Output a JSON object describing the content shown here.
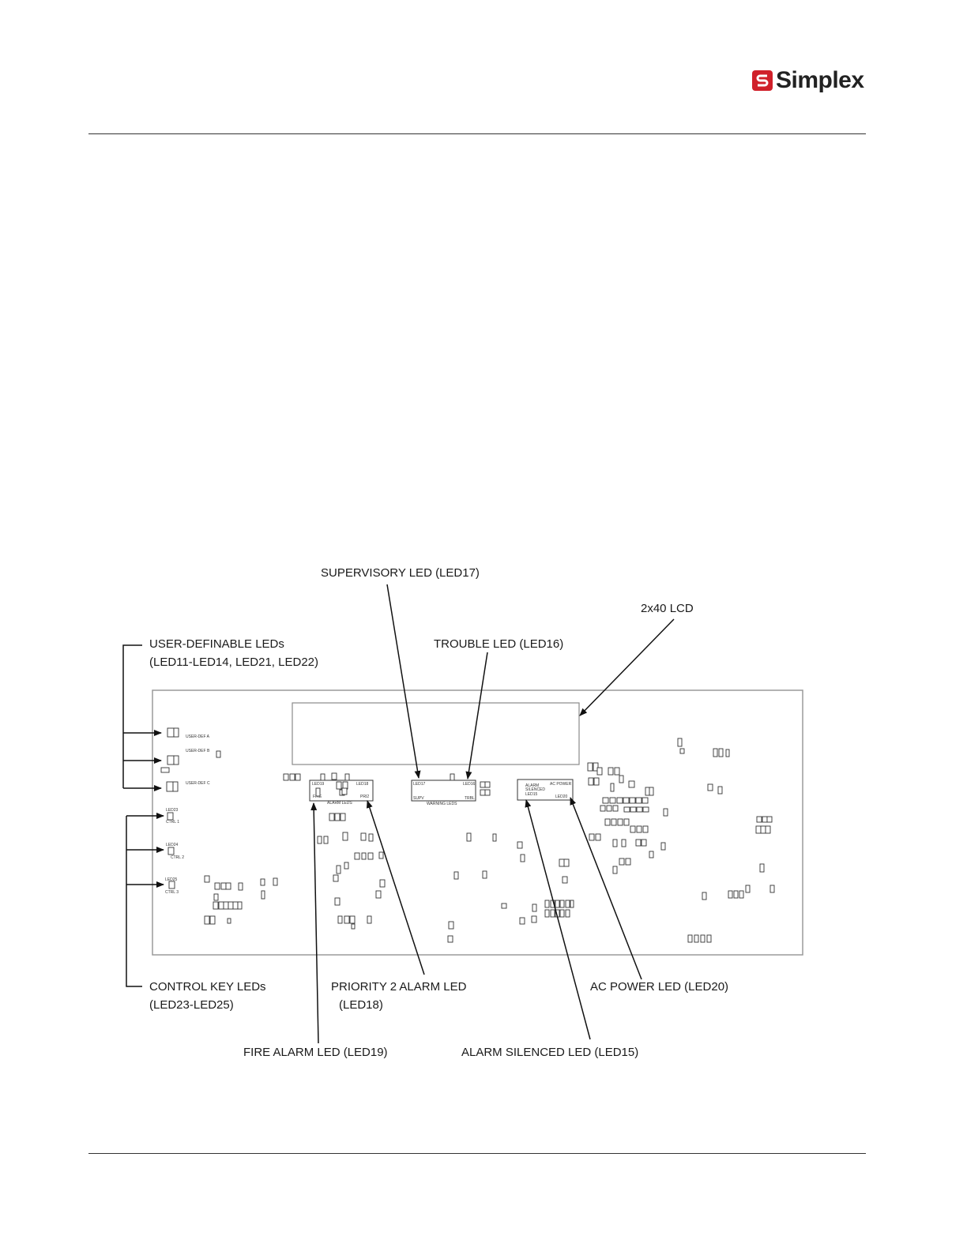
{
  "brand": {
    "name": "Simplex",
    "accent": "#d0202a"
  },
  "diagram": {
    "callouts": {
      "supervisory": "SUPERVISORY LED (LED17)",
      "lcd": "2x40 LCD",
      "user_def_1": "USER-DEFINABLE LEDs",
      "user_def_2": "(LED11-LED14, LED21, LED22)",
      "trouble": "TROUBLE LED (LED16)",
      "control_1": "CONTROL KEY LEDs",
      "control_2": "(LED23-LED25)",
      "priority_1": "PRIORITY 2 ALARM LED",
      "priority_2": "(LED18)",
      "ac_power": "AC POWER LED (LED20)",
      "fire": "FIRE ALARM LED (LED19)",
      "silenced": "ALARM SILENCED LED (LED15)"
    },
    "board_labels": {
      "user_a": "USER-DEF A",
      "user_b": "USER-DEF B",
      "user_c": "USER-DEF C",
      "ctrl1": "CTRL 1",
      "ctrl2": "CTRL 2",
      "ctrl3": "CTRL 3",
      "led23": "LED23",
      "led24": "LED24",
      "led25": "LED25",
      "alarm_leds": "ALARM LEDS",
      "warning_leds": "WARNING LEDS",
      "fire": "FIRE",
      "pri2": "PRI2",
      "led19": "LED19",
      "led18": "LED18",
      "led17": "LED17",
      "led16": "LED16",
      "supv": "SUPV",
      "trbl": "TRBL",
      "alarm_silenced_1": "ALARM",
      "alarm_silenced_2": "SILENCED",
      "led15": "LED15",
      "ac_power": "AC POWER",
      "led20": "LED20"
    }
  }
}
